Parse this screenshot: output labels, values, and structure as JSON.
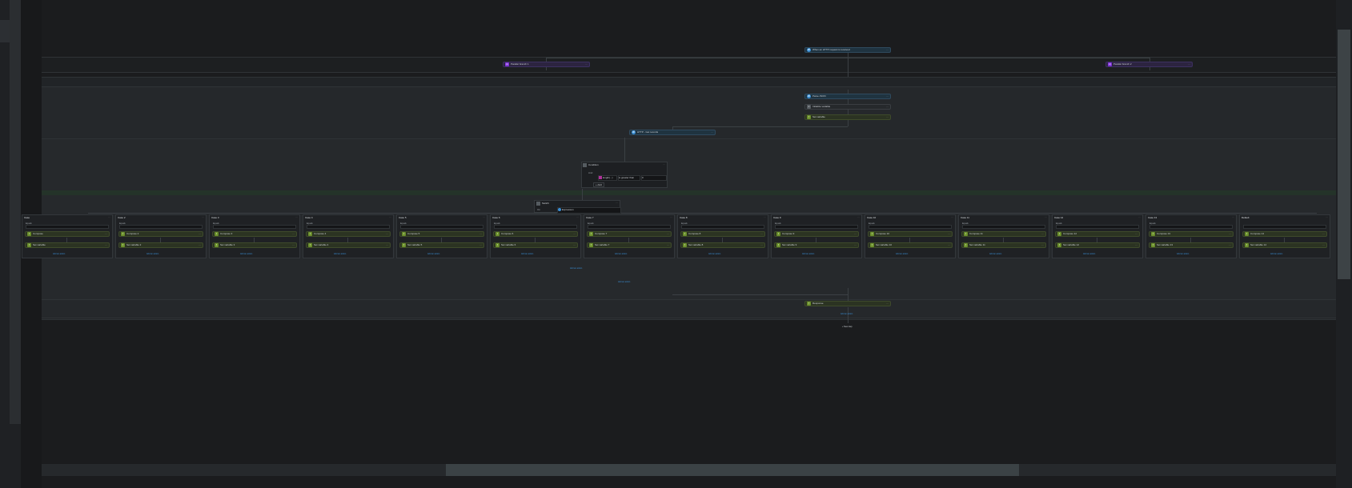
{
  "flow": {
    "trigger": {
      "label": "When an HTTP request is received",
      "icon": "http-icon"
    },
    "branch_left": {
      "label": "Parallel branch 1",
      "icon": "variable-icon"
    },
    "branch_right": {
      "label": "Parallel branch 2",
      "icon": "variable-icon"
    },
    "actions": [
      {
        "label": "Parse JSON",
        "icon": "http-icon"
      },
      {
        "label": "Initialize variable",
        "icon": "variable-icon"
      },
      {
        "label": "Set variable",
        "icon": "function-icon"
      }
    ],
    "http_action": {
      "label": "HTTP - Get records",
      "icon": "http-icon"
    },
    "condition": {
      "title": "Condition",
      "and_label": "And",
      "left_operand": "length(...)",
      "operator": "is greater than",
      "right_operand": "0",
      "add_label": "+ Add"
    },
    "switch": {
      "title": "Switch",
      "on_label": "On",
      "token": "Expression"
    },
    "cases": [
      {
        "title": "Case",
        "equals_label": "Equals",
        "value": "",
        "action1": "Compose",
        "action2": "Set variable",
        "add": "Add an action"
      },
      {
        "title": "Case 2",
        "equals_label": "Equals",
        "value": "",
        "action1": "Compose 2",
        "action2": "Set variable 2",
        "add": "Add an action"
      },
      {
        "title": "Case 3",
        "equals_label": "Equals",
        "value": "",
        "action1": "Compose 3",
        "action2": "Set variable 3",
        "add": "Add an action"
      },
      {
        "title": "Case 4",
        "equals_label": "Equals",
        "value": "",
        "action1": "Compose 4",
        "action2": "Set variable 4",
        "add": "Add an action"
      },
      {
        "title": "Case 5",
        "equals_label": "Equals",
        "value": "",
        "action1": "Compose 5",
        "action2": "Set variable 5",
        "add": "Add an action"
      },
      {
        "title": "Case 6",
        "equals_label": "Equals",
        "value": "",
        "action1": "Compose 6",
        "action2": "Set variable 6",
        "add": "Add an action"
      },
      {
        "title": "Case 7",
        "equals_label": "Equals",
        "value": "",
        "action1": "Compose 7",
        "action2": "Set variable 7",
        "add": "Add an action"
      },
      {
        "title": "Case 8",
        "equals_label": "Equals",
        "value": "",
        "action1": "Compose 8",
        "action2": "Set variable 8",
        "add": "Add an action"
      },
      {
        "title": "Case 9",
        "equals_label": "Equals",
        "value": "",
        "action1": "Compose 9",
        "action2": "Set variable 9",
        "add": "Add an action"
      },
      {
        "title": "Case 10",
        "equals_label": "Equals",
        "value": "",
        "action1": "Compose 10",
        "action2": "Set variable 10",
        "add": "Add an action"
      },
      {
        "title": "Case 11",
        "equals_label": "Equals",
        "value": "",
        "action1": "Compose 11",
        "action2": "Set variable 11",
        "add": "Add an action"
      },
      {
        "title": "Case 12",
        "equals_label": "Equals",
        "value": "",
        "action1": "Compose 12",
        "action2": "Set variable 12",
        "add": "Add an action"
      },
      {
        "title": "Case 13",
        "equals_label": "Equals",
        "value": "",
        "action1": "Compose 13",
        "action2": "Set variable 13",
        "add": "Add an action"
      },
      {
        "title": "Default",
        "equals_label": "",
        "value": "",
        "action1": "Compose 14",
        "action2": "Set variable 14",
        "add": "Add an action"
      }
    ],
    "switch_add": "Add an action",
    "condition_add": "Add an action",
    "final_action": {
      "label": "Response",
      "icon": "function-icon"
    },
    "final_add": "Add an action",
    "new_step": "+ New step"
  },
  "colors": {
    "background": "#18191b",
    "accent_blue": "#3a8fd6",
    "accent_purple": "#7b2bd6",
    "accent_olive": "#6a8f2a"
  }
}
